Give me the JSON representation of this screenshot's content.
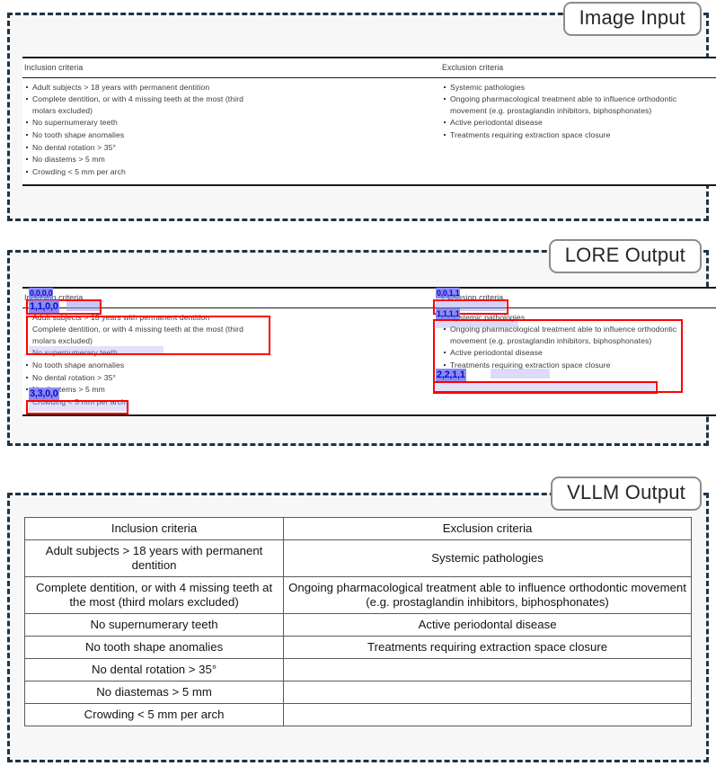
{
  "panels": [
    {
      "badge": "Image Input"
    },
    {
      "badge": "LORE Output"
    },
    {
      "badge": "VLLM Output"
    }
  ],
  "source_table": {
    "headers": {
      "inclusion": "Inclusion criteria",
      "exclusion": "Exclusion criteria"
    },
    "inclusion_items": [
      "Adult subjects > 18 years with permanent dentition",
      "Complete dentition, or with 4 missing teeth at the most (third molars excluded)",
      "No supernumerary teeth",
      "No tooth shape anomalies",
      "No dental rotation > 35°",
      "No diastems > 5 mm",
      "Crowding < 5 mm per arch"
    ],
    "exclusion_items": [
      "Systemic pathologies",
      "Ongoing pharmacological treatment able to influence orthodontic movement (e.g. prostaglandin inhibitors, biphosphonates)",
      "Active periodontal disease",
      "Treatments requiring extraction space closure"
    ]
  },
  "lore_output": {
    "cell_tags": [
      {
        "id": "tag-0000",
        "text": "0,0,0,0"
      },
      {
        "id": "tag-1100",
        "text": "1,1,0,0"
      },
      {
        "id": "tag-3300",
        "text": "3,3,0,0"
      },
      {
        "id": "tag-0011",
        "text": "0,0,1,1"
      },
      {
        "id": "tag-1111",
        "text": "1,1,1,1"
      },
      {
        "id": "tag-2211",
        "text": "2,2,1,1"
      }
    ],
    "tag_color_text": "#0a0acf",
    "tag_color_bg": "#8c8cf0",
    "box_color": "#ff0000",
    "box_count": 6
  },
  "vllm_output": {
    "type": "table",
    "columns": [
      "Inclusion criteria",
      "Exclusion criteria"
    ],
    "rows": [
      [
        "Inclusion criteria",
        "Exclusion criteria"
      ],
      [
        "Adult subjects > 18 years with permanent dentition",
        "Systemic pathologies"
      ],
      [
        "Complete dentition, or with 4 missing teeth at the most (third molars excluded)",
        "Ongoing pharmacological treatment able to influence orthodontic movement (e.g. prostaglandin inhibitors, biphosphonates)"
      ],
      [
        "No supernumerary teeth",
        "Active periodontal disease"
      ],
      [
        "No tooth shape anomalies",
        "Treatments requiring extraction space closure"
      ],
      [
        "No dental rotation > 35°",
        ""
      ],
      [
        "No diastemas > 5 mm",
        ""
      ],
      [
        "Crowding < 5 mm per arch",
        ""
      ]
    ]
  }
}
